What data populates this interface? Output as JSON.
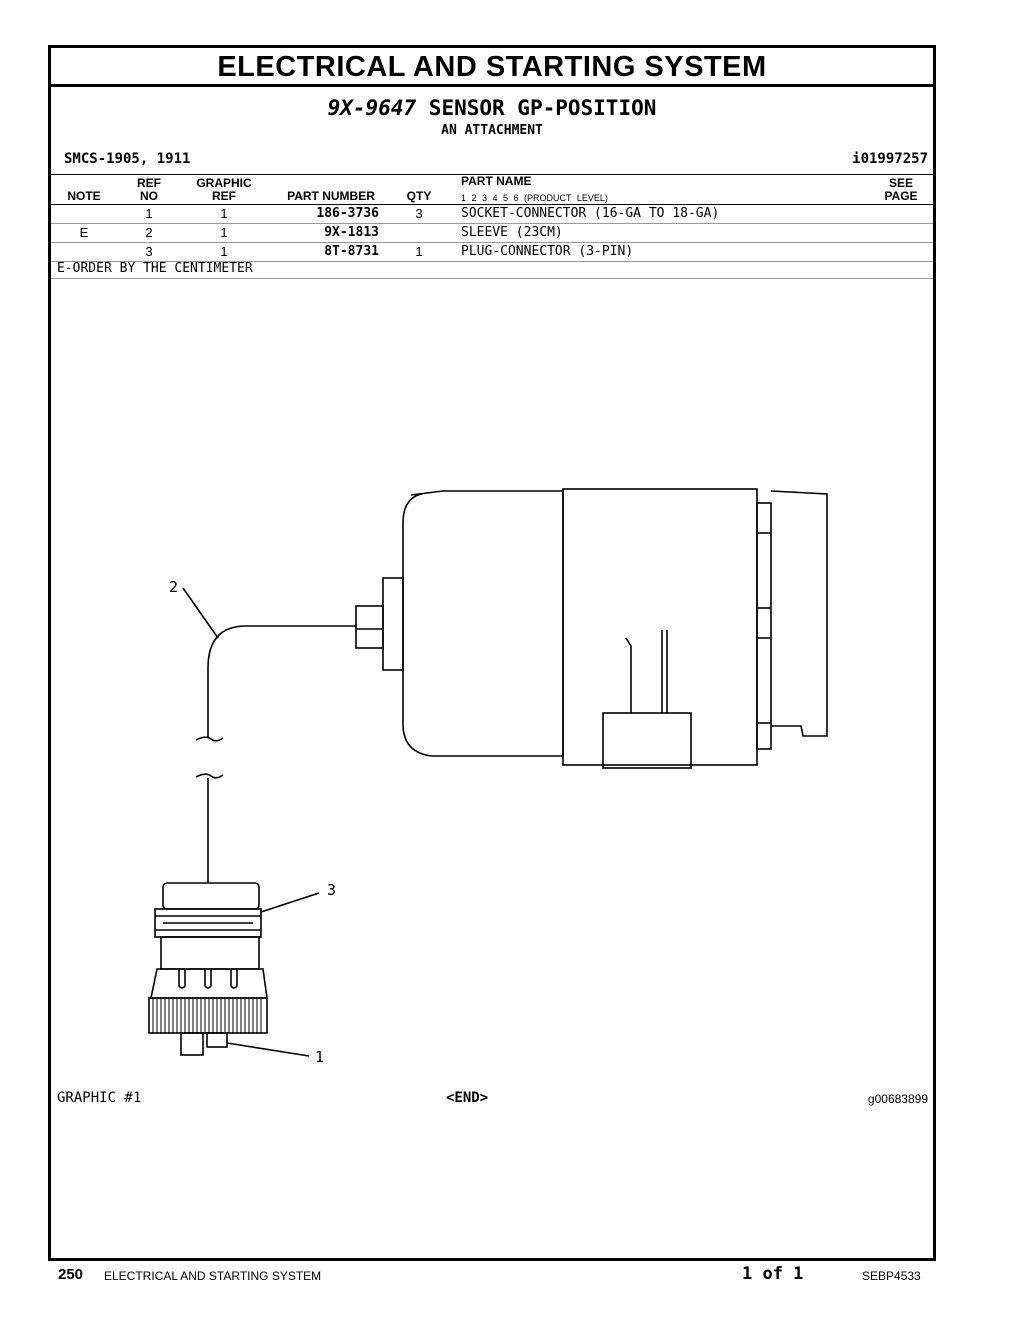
{
  "header": {
    "title": "ELECTRICAL AND STARTING SYSTEM",
    "part_number": "9X-9647",
    "part_name": "SENSOR GP-POSITION",
    "attachment": "AN ATTACHMENT",
    "smcs": "SMCS-1905, 1911",
    "illustration_id": "i01997257"
  },
  "table": {
    "headers": {
      "note": "NOTE",
      "ref_top": "REF",
      "ref_bottom": "NO",
      "graphic_top": "GRAPHIC",
      "graphic_bottom": "REF",
      "part_number": "PART NUMBER",
      "qty": "QTY",
      "part_name": "PART NAME",
      "product_level": "1 2 3 4 5 6 (PRODUCT LEVEL)",
      "see_top": "SEE",
      "see_bottom": "PAGE"
    },
    "rows": [
      {
        "note": "",
        "ref": "1",
        "graphic": "1",
        "part_number": "186-3736",
        "qty": "3",
        "name": "SOCKET-CONNECTOR (16-GA TO 18-GA)"
      },
      {
        "note": "E",
        "ref": "2",
        "graphic": "1",
        "part_number": "9X-1813",
        "qty": "",
        "name": "SLEEVE (23CM)"
      },
      {
        "note": "",
        "ref": "3",
        "graphic": "1",
        "part_number": "8T-8731",
        "qty": "1",
        "name": "PLUG-CONNECTOR (3-PIN)"
      }
    ],
    "footnote": "E-ORDER BY THE CENTIMETER"
  },
  "graphic": {
    "callouts": [
      "2",
      "3",
      "1"
    ],
    "label": "GRAPHIC #1",
    "end": "<END>",
    "id": "g00683899"
  },
  "footer": {
    "page": "250",
    "section": "ELECTRICAL AND STARTING SYSTEM",
    "page_of": "1 of 1",
    "doc": "SEBP4533"
  }
}
